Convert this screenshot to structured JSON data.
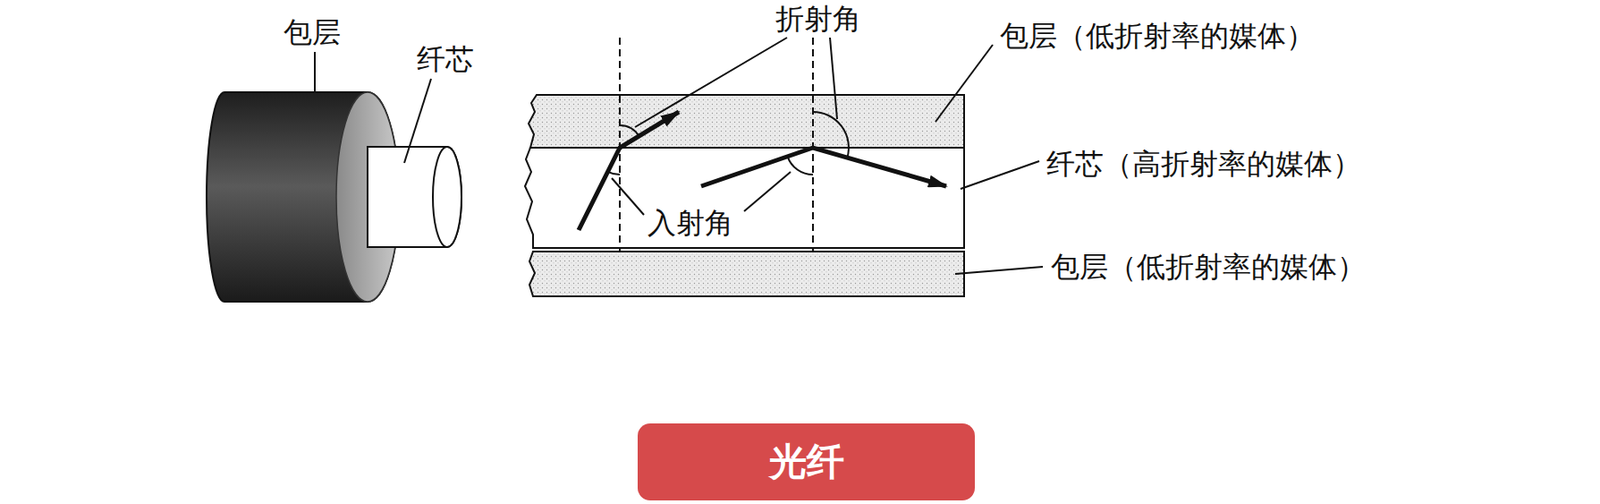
{
  "diagram": {
    "nodes": [
      {
        "text": [
          "光纤"
        ]
      }
    ],
    "labels": [
      "包层",
      "纤芯",
      "折射角",
      "包层（低折射率的媒体）",
      "纤芯（高折射率的媒体）",
      "入射角",
      "包层（低折射率的媒体）"
    ]
  }
}
